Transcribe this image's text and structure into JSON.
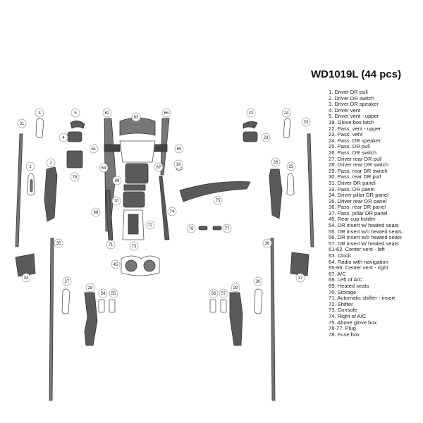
{
  "title": "WD1019L (44 pcs)",
  "legend": [
    "1. Driver DR pull",
    "2. Driver DR switch",
    "3. Driver DR speaker",
    "4. Driver vent",
    "5. Driver vent - upper",
    "19. Glove box latch",
    "22. Pass. vent - upper",
    "23. Pass. vent",
    "24. Pass. DR speaker",
    "25. Pass. DR pull",
    "26. Pass. DR switch",
    "27. Driver rear DR pull",
    "28. Driver rear DR switch",
    "29. Pass. rear DR switch",
    "30. Pass. rear DR pull",
    "31. Driver DR panel",
    "33. Pass. DR panel",
    "34. Driver pillar DR panel",
    "35. Driver rear DR panel",
    "36. Pass. rear DR panel",
    "37. Pass. pillar DR panel",
    "45. Rear cup holder",
    "54. DR insert w/ heated seats",
    "55. DR insert w/o heated seats",
    "56. DR insert w/o heated seats",
    "57. DR insert w/ heated seats",
    "61-62. Center vent - left",
    "63. Clock",
    "64. Radio with navigation",
    "65-66. Center vent - right",
    "67. A/C",
    "68. Left of A/C",
    "69. Heated seats",
    "70. Storage",
    "71. Automatic shifter - insert",
    "72. Shifter",
    "73. Console",
    "74. Right of A/C",
    "75. Above glove box",
    "76-77. Plug",
    "78. Fuse box"
  ],
  "callouts": {
    "c1": "1",
    "c2": "2",
    "c3": "3",
    "c4": "4",
    "c5": "5",
    "c19": "19",
    "c22": "22",
    "c23": "23",
    "c24": "24",
    "c25": "25",
    "c26": "26",
    "c27": "27",
    "c28": "28",
    "c29": "29",
    "c30": "30",
    "c31": "31",
    "c33": "33",
    "c34": "34",
    "c35": "35",
    "c36": "36",
    "c37": "37",
    "c45": "45",
    "c54": "54",
    "c55": "55",
    "c56": "56",
    "c57": "57",
    "c61": "61",
    "c62": "62",
    "c63": "63",
    "c64": "64",
    "c65": "65",
    "c66": "66",
    "c67": "67",
    "c68": "68",
    "c69": "69",
    "c70": "70",
    "c71": "71",
    "c72": "72",
    "c73": "73",
    "c74": "74",
    "c75": "75",
    "c76": "76",
    "c77": "77",
    "c78": "78"
  },
  "colors": {
    "part_fill": "#5a5a5a",
    "part_stroke": "#333333",
    "callout_stroke": "#999999",
    "text": "#222222"
  }
}
